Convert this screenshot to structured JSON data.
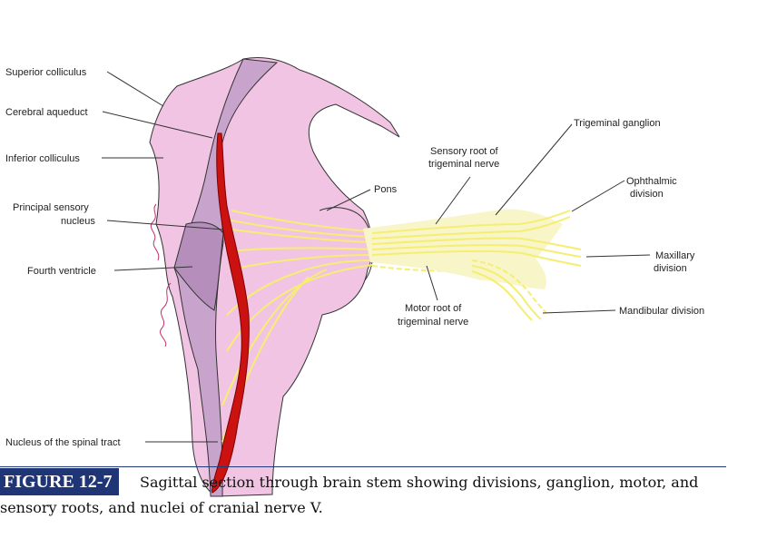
{
  "labels": {
    "superior_colliculus": "Superior colliculus",
    "cerebral_aqueduct": "Cerebral aqueduct",
    "inferior_colliculus": "Inferior colliculus",
    "principal_sensory_1": "Principal sensory",
    "principal_sensory_2": "nucleus",
    "fourth_ventricle": "Fourth ventricle",
    "nucleus_spinal_tract": "Nucleus of the spinal tract",
    "pons": "Pons",
    "sensory_root_1": "Sensory root of",
    "sensory_root_2": "trigeminal nerve",
    "motor_root_1": "Motor root of",
    "motor_root_2": "trigeminal nerve",
    "trigeminal_ganglion": "Trigeminal ganglion",
    "ophthalmic_1": "Ophthalmic",
    "ophthalmic_2": "division",
    "maxillary_1": "Maxillary",
    "maxillary_2": "division",
    "mandibular": "Mandibular division"
  },
  "caption": {
    "tag": "FIGURE 12-7",
    "text": "Sagittal section through brain stem showing divisions, ganglion, motor, and sensory roots, and nuclei of cranial nerve V."
  },
  "colors": {
    "brainstem": "#f2c4e3",
    "ventricle": "#c8a3cc",
    "nucleus": "#cc1111",
    "nerve": "#f5ee72",
    "ganglion": "#f8f5c8"
  }
}
